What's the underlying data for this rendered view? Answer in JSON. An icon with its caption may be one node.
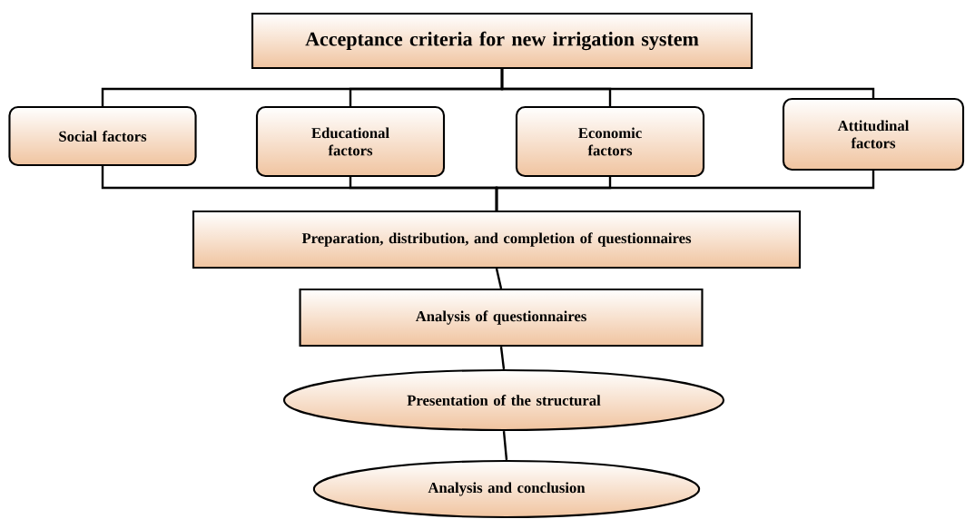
{
  "diagram": {
    "nodes": [
      {
        "text": [
          "Acceptance criteria for new irrigation system"
        ]
      },
      {
        "text": [
          "Social factors"
        ]
      },
      {
        "text": [
          "Educational factors"
        ]
      },
      {
        "text": [
          "Economic factors"
        ]
      },
      {
        "text": [
          "Attitudinal factors"
        ]
      },
      {
        "text": [
          "Preparation, distribution, and completion of questionnaires"
        ]
      },
      {
        "text": [
          "Analysis of questionnaires"
        ]
      },
      {
        "text": [
          "Presentation of the structural"
        ]
      },
      {
        "text": [
          "Analysis and conclusion"
        ]
      }
    ],
    "edges": [
      {
        "from": 0,
        "to": 1,
        "arrow": "none"
      },
      {
        "from": 0,
        "to": 2,
        "arrow": "none"
      },
      {
        "from": 0,
        "to": 3,
        "arrow": "none"
      },
      {
        "from": 0,
        "to": 4,
        "arrow": "none"
      },
      {
        "from": 1,
        "to": 5,
        "arrow": "none"
      },
      {
        "from": 2,
        "to": 5,
        "arrow": "none"
      },
      {
        "from": 3,
        "to": 5,
        "arrow": "none"
      },
      {
        "from": 4,
        "to": 5,
        "arrow": "none"
      },
      {
        "from": 5,
        "to": 6,
        "arrow": "none"
      },
      {
        "from": 6,
        "to": 7,
        "arrow": "none"
      },
      {
        "from": 7,
        "to": 8,
        "arrow": "none"
      }
    ]
  }
}
